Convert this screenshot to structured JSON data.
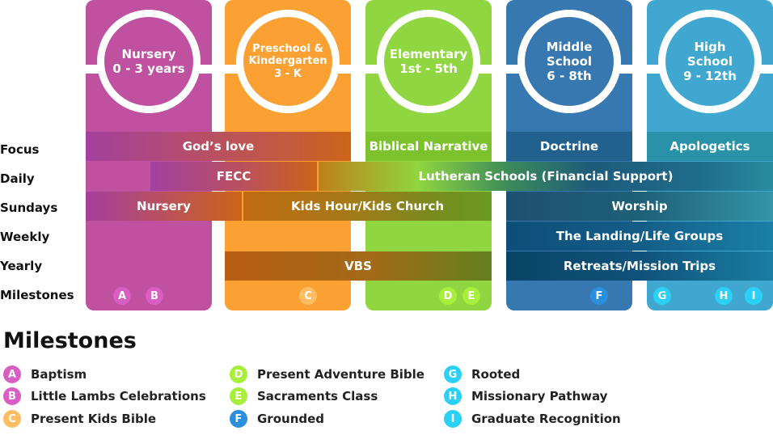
{
  "stages": [
    {
      "lines": [
        "Nursery",
        "0 - 3 years"
      ],
      "color": "#c050a0"
    },
    {
      "lines": [
        "Preschool &",
        "Kindergarten",
        "3 - K"
      ],
      "color": "#fba033"
    },
    {
      "lines": [
        "Elementary",
        "1st - 5th"
      ],
      "color": "#8fd640"
    },
    {
      "lines": [
        "Middle",
        "School",
        "6 - 8th"
      ],
      "color": "#3878b0"
    },
    {
      "lines": [
        "High",
        "School",
        "9 - 12th"
      ],
      "color": "#40a8d0"
    }
  ],
  "row_labels": [
    "Focus",
    "Daily",
    "Sundays",
    "Weekly",
    "Yearly",
    "Milestones"
  ],
  "bars": {
    "focus": [
      "God’s love",
      "Biblical Narrative",
      "Doctrine",
      "Apologetics"
    ],
    "daily": [
      "FECC",
      "Lutheran Schools (Financial Support)"
    ],
    "sundays": [
      "Nursery",
      "Kids Hour/Kids Church",
      "Worship"
    ],
    "weekly": [
      "The Landing/Life Groups"
    ],
    "yearly": [
      "VBS",
      "Retreats/Mission Trips"
    ]
  },
  "milestones": {
    "title": "Milestones",
    "items": [
      {
        "letter": "A",
        "label": "Baptism",
        "color": "#d95ec4"
      },
      {
        "letter": "B",
        "label": "Little Lambs Celebrations",
        "color": "#d95ec4"
      },
      {
        "letter": "C",
        "label": "Present Kids Bible",
        "color": "#ffbd63"
      },
      {
        "letter": "D",
        "label": "Present Adventure Bible",
        "color": "#a8ee3c"
      },
      {
        "letter": "E",
        "label": "Sacraments Class",
        "color": "#a8ee3c"
      },
      {
        "letter": "F",
        "label": "Grounded",
        "color": "#2a8fdc"
      },
      {
        "letter": "G",
        "label": "Rooted",
        "color": "#2ad0f5"
      },
      {
        "letter": "H",
        "label": "Missionary Pathway",
        "color": "#2ad0f5"
      },
      {
        "letter": "I",
        "label": "Graduate Recognition",
        "color": "#2ad0f5"
      }
    ]
  }
}
